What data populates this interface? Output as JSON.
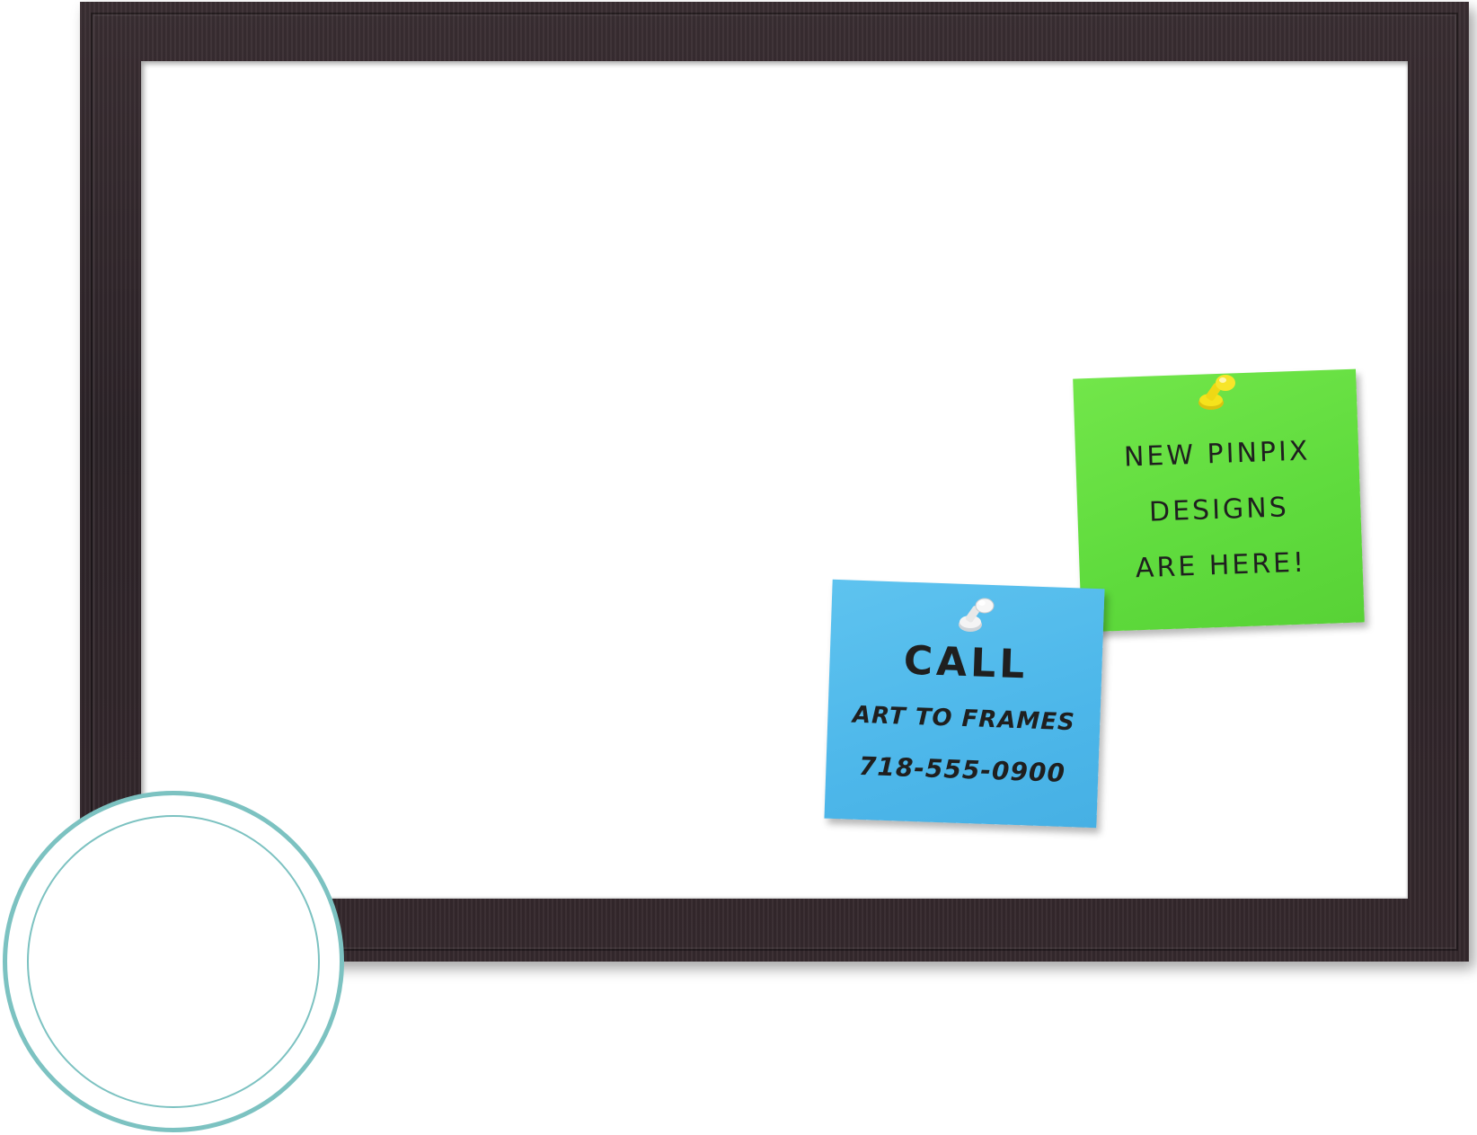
{
  "green_note": {
    "line1": "NEW PINPIX",
    "line2": "DESIGNS",
    "line3": "ARE HERE!",
    "color": "#5fdb3d",
    "pin_color": "#f2e21a"
  },
  "blue_note": {
    "line1": "CALL",
    "line2": "ART TO FRAMES",
    "line3": "718-555-0900",
    "color": "#4db7ea",
    "pin_color": "#f4f4f4"
  },
  "frame": {
    "color": "#2f2529",
    "board_color": "#ffffff"
  },
  "badge": {
    "ring_color": "#7cc2c1"
  },
  "icons": [
    "yellow-push-pin-icon",
    "white-push-pin-icon"
  ]
}
